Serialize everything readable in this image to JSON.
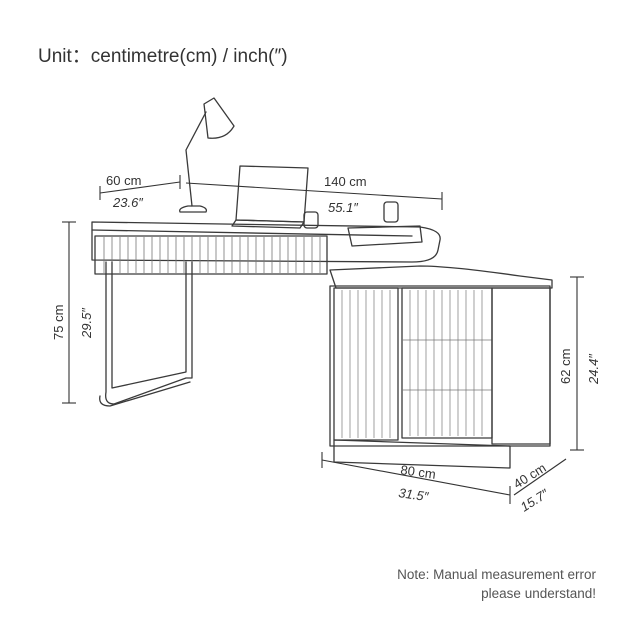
{
  "header": {
    "unit_label": "Unit：centimetre(cm) / inch(″)"
  },
  "dimensions": {
    "depth_cm": "60 cm",
    "depth_in": "23.6″",
    "width_cm": "140 cm",
    "width_in": "55.1″",
    "height_cm": "75 cm",
    "height_in": "29.5″",
    "cabinet_height_cm": "62 cm",
    "cabinet_height_in": "24.4″",
    "cabinet_width_cm": "80 cm",
    "cabinet_width_in": "31.5″",
    "cabinet_depth_cm": "40 cm",
    "cabinet_depth_in": "15.7″"
  },
  "note": {
    "line1": "Note: Manual measurement error",
    "line2": "please understand!"
  }
}
